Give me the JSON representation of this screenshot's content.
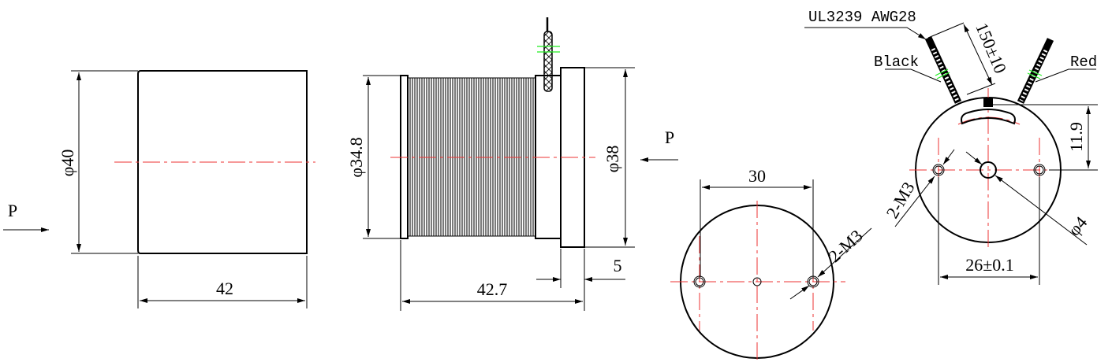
{
  "views": {
    "side_housing": {
      "diameter": "φ40",
      "length": "42",
      "direction": "P"
    },
    "side_coil": {
      "coil_diameter": "φ34.8",
      "flange_diameter": "φ38",
      "length": "42.7",
      "flange_width": "5",
      "direction": "P"
    },
    "end_front": {
      "hole_spacing": "30",
      "holes": "2-M3"
    },
    "end_back": {
      "cable": "UL3239 AWG28",
      "lead_length": "150±10",
      "black_label": "Black",
      "red_label": "Red",
      "slot_offset": "11.9",
      "holes": "2-M3",
      "center_hole": "φ4",
      "hole_spacing": "26±0.1"
    }
  },
  "colors": {
    "outline": "#000000",
    "centerline": "#ee3333",
    "marker": "#22ee22"
  }
}
